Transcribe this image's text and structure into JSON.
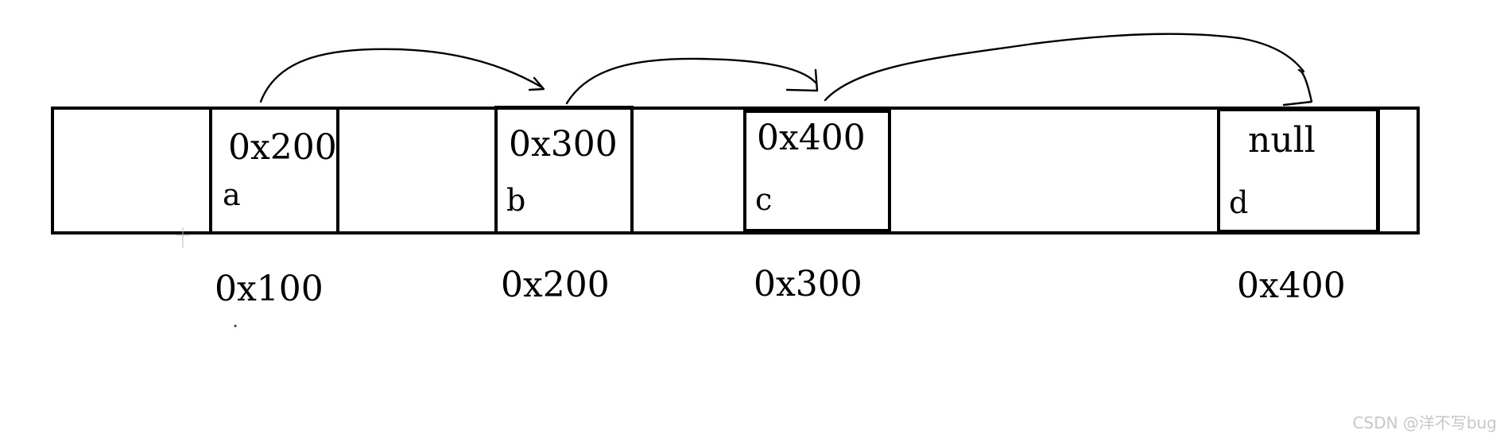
{
  "diagram": {
    "nodes": [
      {
        "id": "a",
        "name": "a",
        "next": "0x200",
        "address": "0x100"
      },
      {
        "id": "b",
        "name": "b",
        "next": "0x300",
        "address": "0x200"
      },
      {
        "id": "c",
        "name": "c",
        "next": "0x400",
        "address": "0x300"
      },
      {
        "id": "d",
        "name": "d",
        "next": "null",
        "address": "0x400"
      }
    ],
    "links": [
      {
        "from": "a",
        "to": "b"
      },
      {
        "from": "b",
        "to": "c"
      },
      {
        "from": "c",
        "to": "d"
      }
    ]
  },
  "watermark": "CSDN @洋不写bug"
}
